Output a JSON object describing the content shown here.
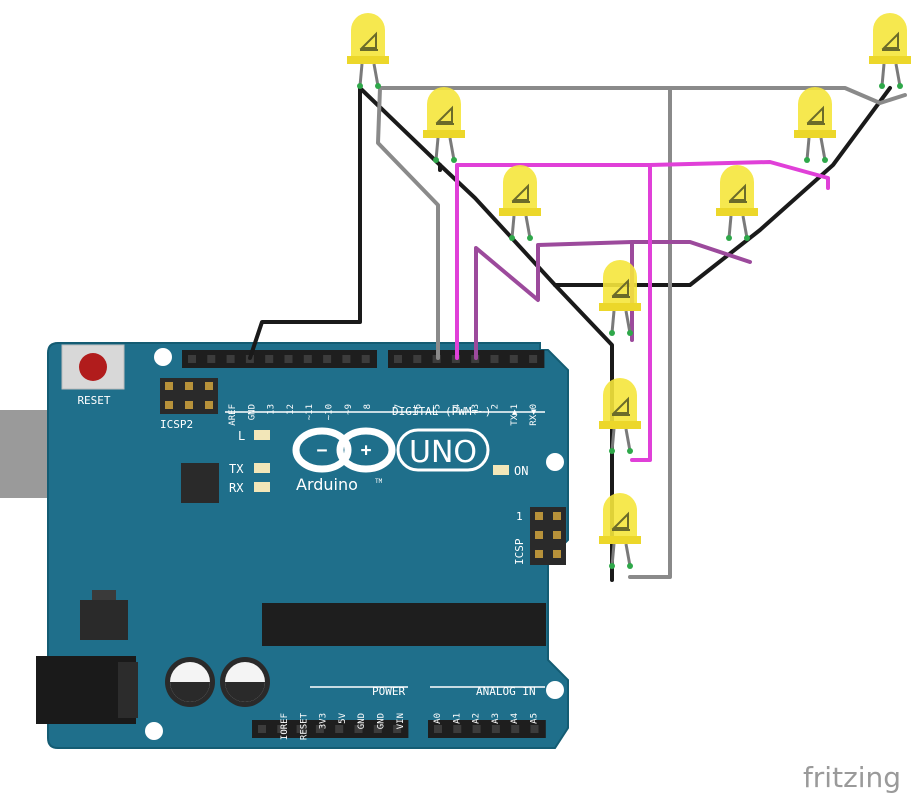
{
  "board": {
    "reset_label": "RESET",
    "icsp2_label": "ICSP2",
    "icsp_label": "ICSP",
    "icsp_pin1": "1",
    "led_l": "L",
    "led_tx": "TX",
    "led_rx": "RX",
    "led_on": "ON",
    "uno": "UNO",
    "brand": "Arduino",
    "tm": "TM",
    "digital_label": "DIGITAL (PWM=~)",
    "power_label": "POWER",
    "analog_label": "ANALOG IN",
    "minus": "−",
    "plus": "+",
    "top_pins": [
      "AREF",
      "GND",
      "13",
      "12",
      "~11",
      "~10",
      "~9",
      "8"
    ],
    "top_pins_right": [
      "7",
      "~6",
      "~5",
      "4",
      "~3",
      "2",
      "TX▶1",
      "RX◀0"
    ],
    "power_pins": [
      "IOREF",
      "RESET",
      "3V3",
      "5V",
      "GND",
      "GND",
      "VIN"
    ],
    "analog_pins": [
      "A0",
      "A1",
      "A2",
      "A3",
      "A4",
      "A5"
    ]
  },
  "circuit": {
    "led_count": 9,
    "led_color": "#f5e63c",
    "wire_colors": {
      "gnd": "#1a1a1a",
      "pin5": "#8a8a8a",
      "pin4": "#e040d8",
      "pin3": "#9c4a9c"
    },
    "board_color": "#1f6f8b"
  },
  "watermark": "fritzing"
}
